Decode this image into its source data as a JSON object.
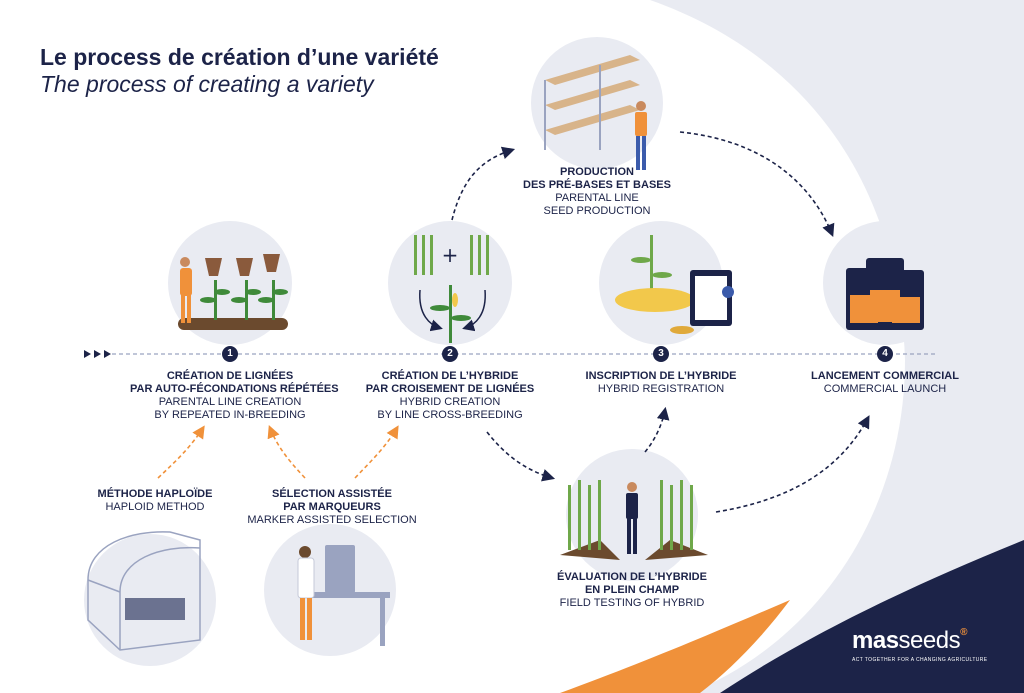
{
  "title": {
    "fr": "Le process de création d’une variété",
    "en": "The process of creating a variety"
  },
  "steps": [
    {
      "number": "1",
      "title_line1": "CRÉATION DE LIGNÉES",
      "title_line2": "PAR AUTO-FÉCONDATIONS RÉPÉTÉES",
      "en_line1": "PARENTAL LINE CREATION",
      "en_line2": "BY REPEATED IN-BREEDING"
    },
    {
      "number": "2",
      "title_line1": "CRÉATION DE L’HYBRIDE",
      "title_line2": "PAR CROISEMENT DE LIGNÉES",
      "en_line1": "HYBRID CREATION",
      "en_line2": "BY LINE CROSS-BREEDING"
    },
    {
      "number": "3",
      "title_line1": "INSCRIPTION DE L’HYBRIDE",
      "en_line1": "HYBRID REGISTRATION"
    },
    {
      "number": "4",
      "title_line1": "LANCEMENT COMMERCIAL",
      "en_line1": "COMMERCIAL LAUNCH"
    }
  ],
  "production": {
    "line1": "PRODUCTION",
    "line2": "DES PRÉ-BASES ET BASES",
    "en_line1": "PARENTAL LINE",
    "en_line2": "SEED PRODUCTION"
  },
  "field_test": {
    "line1": "ÉVALUATION DE L’HYBRIDE",
    "line2": "EN PLEIN CHAMP",
    "en_line1": "FIELD TESTING OF HYBRID"
  },
  "haploid": {
    "line1": "MÉTHODE HAPLOÏDE",
    "en_line1": "HAPLOID METHOD"
  },
  "marker": {
    "line1": "SÉLECTION ASSISTÉE",
    "line2": "PAR MARQUEURS",
    "en_line1": "MARKER ASSISTED SELECTION"
  },
  "brand": {
    "part1": "mas",
    "part2": "seeds",
    "reg": "®",
    "tagline": "ACT TOGETHER FOR A CHANGING AGRICULTURE"
  },
  "colors": {
    "navy": "#1c2348",
    "orange": "#f0913a",
    "light": "#e9ebf2",
    "green": "#3f8a3a"
  }
}
